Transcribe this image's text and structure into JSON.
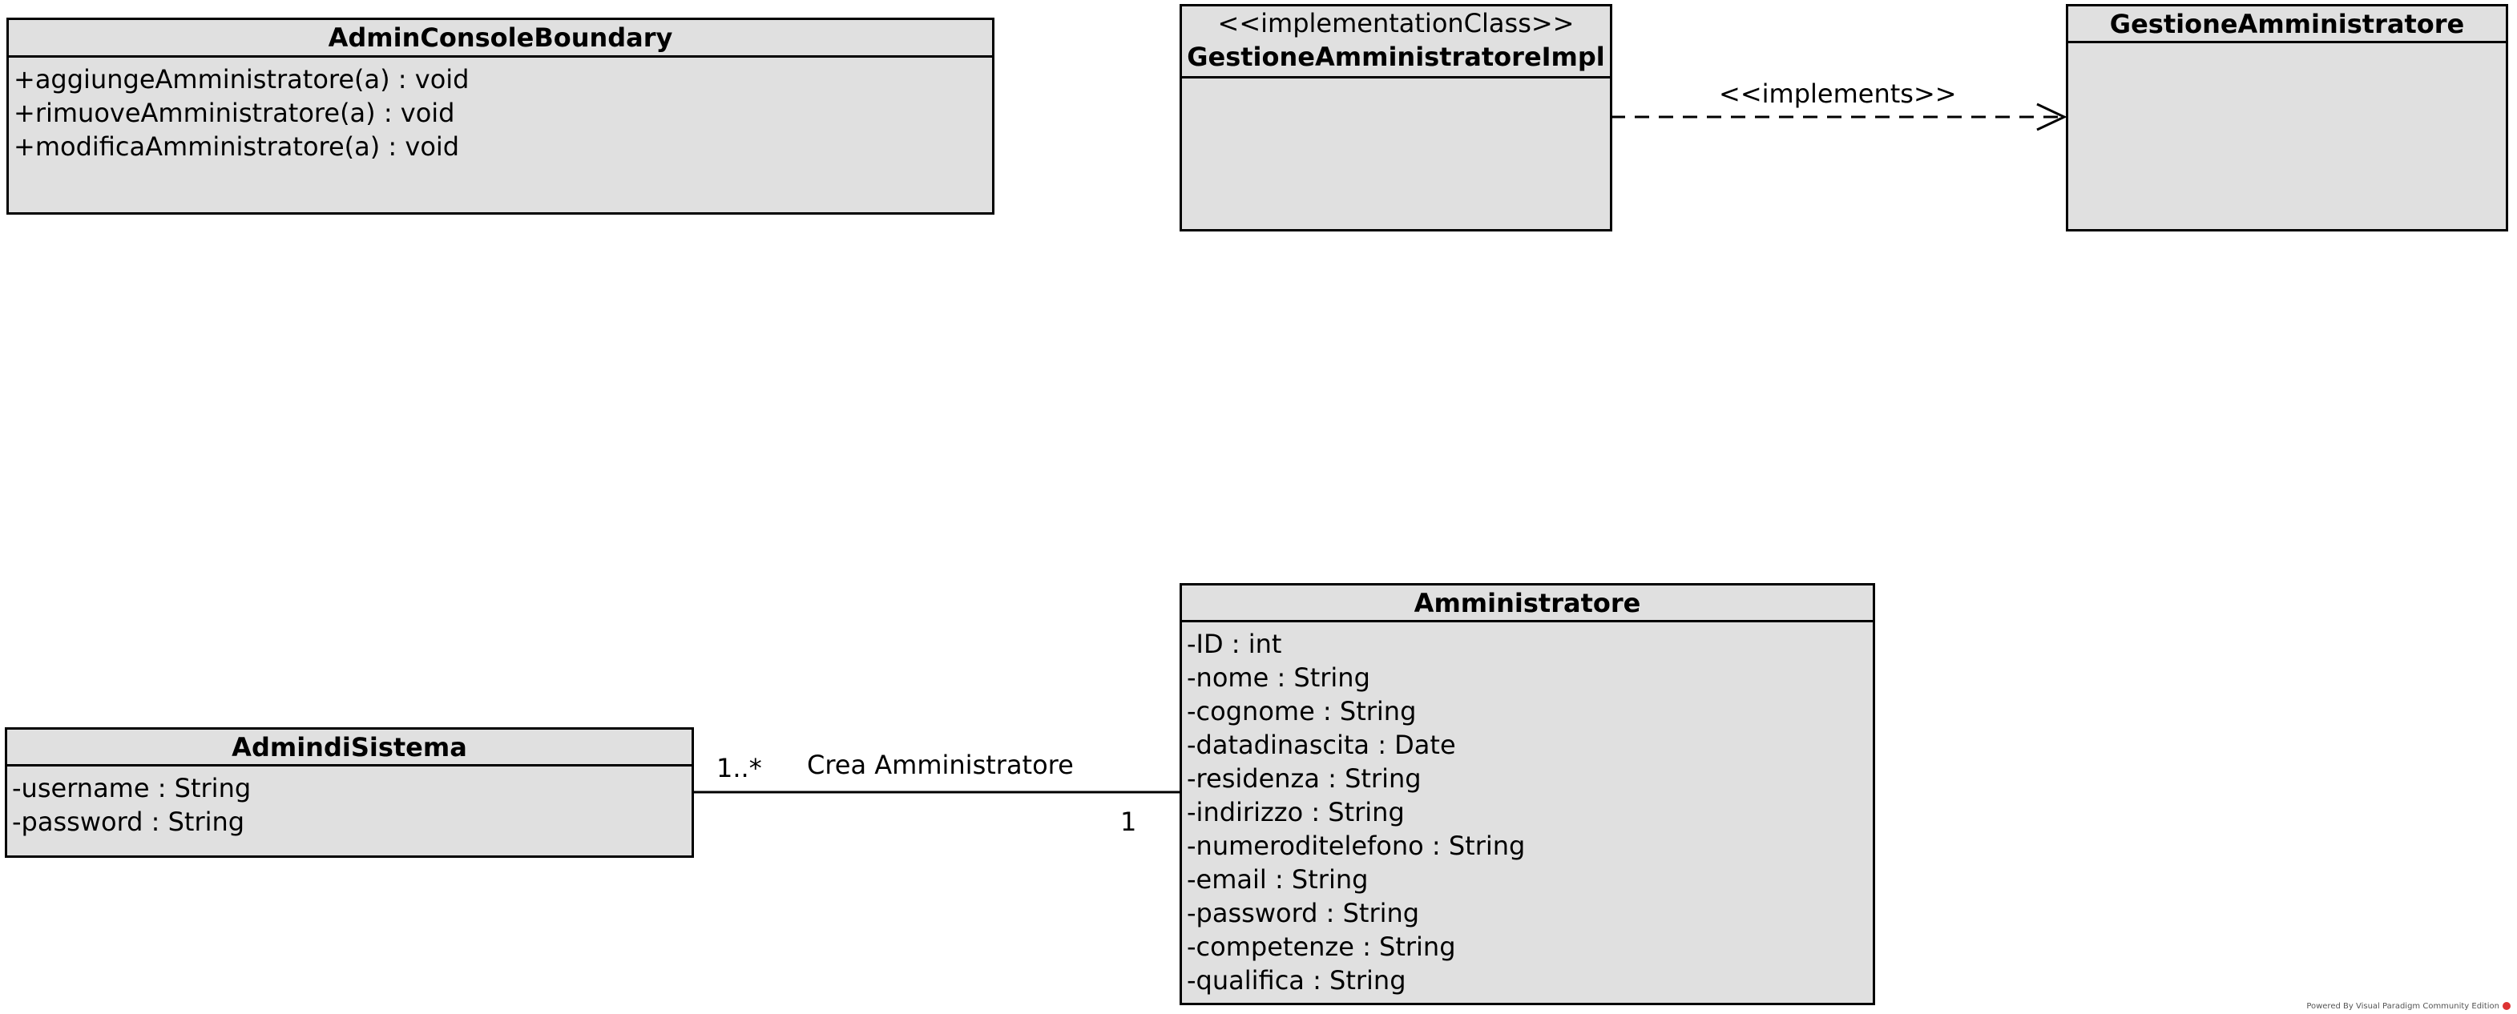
{
  "classes": {
    "admin_console_boundary": {
      "name": "AdminConsoleBoundary",
      "operations": [
        "+aggiungeAmministratore(a) : void",
        "+rimuoveAmministratore(a) : void",
        "+modificaAmministratore(a) : void"
      ]
    },
    "gestione_impl": {
      "stereotype": "<<implementationClass>>",
      "name": "GestioneAmministratoreImpl"
    },
    "gestione_interface": {
      "name": "GestioneAmministratore"
    },
    "admin_di_sistema": {
      "name": "AdmindiSistema",
      "attributes": [
        "-username : String",
        "-password : String"
      ]
    },
    "amministratore": {
      "name": "Amministratore",
      "attributes": [
        "-ID : int",
        "-nome : String",
        "-cognome : String",
        "-datadinascita : Date",
        "-residenza : String",
        "-indirizzo : String",
        "-numeroditelefono : String",
        "-email : String",
        "-password : String",
        "-competenze : String",
        "-qualifica : String"
      ]
    }
  },
  "relations": {
    "implements_label": "<<implements>>",
    "association_label": "Crea Amministratore",
    "multiplicity_source": "1..*",
    "multiplicity_target": "1"
  },
  "footer": {
    "credit": "Powered By Visual Paradigm Community Edition"
  }
}
